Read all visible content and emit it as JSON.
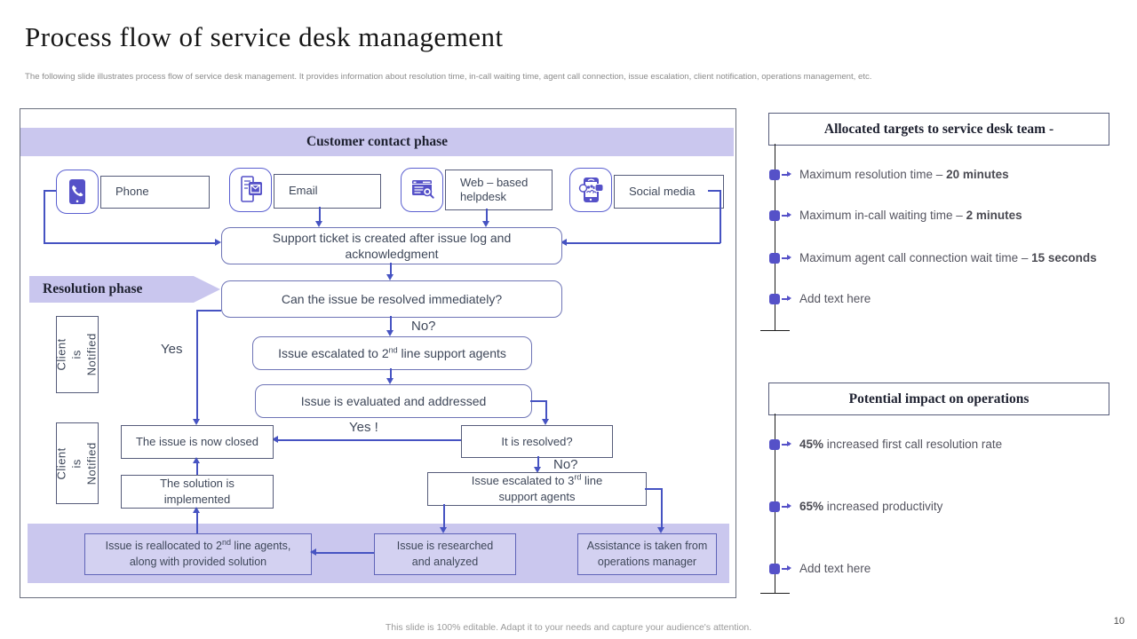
{
  "slide": {
    "title": "Process flow of service desk management",
    "subtitle": "The following slide illustrates process flow of service desk management. It provides information about resolution time, in-call waiting time, agent call connection, issue escalation, client notification, operations management, etc.",
    "footer": "This slide is 100% editable. Adapt it to your needs and capture your audience's attention.",
    "page_number": "10"
  },
  "colors": {
    "lavender": "#cac7ee",
    "accent_purple": "#5551c8",
    "connector_blue": "#4653c2",
    "text_slate": "#3e4759"
  },
  "contact_phase": {
    "title": "Customer contact phase",
    "channels": [
      {
        "icon": "phone-icon",
        "label": "Phone"
      },
      {
        "icon": "email-icon",
        "label": "Email"
      },
      {
        "icon": "web-helpdesk-icon",
        "label": "Web – based helpdesk"
      },
      {
        "icon": "social-media-icon",
        "label": "Social media"
      }
    ]
  },
  "resolution_phase": {
    "title": "Resolution phase"
  },
  "flow": {
    "support_ticket": "Support ticket is created after issue log and acknowledgment",
    "can_resolve": "Can the issue be resolved immediately?",
    "no_label_1": "No?",
    "yes_label": "Yes",
    "yes_excl_label": "Yes !",
    "no_label_2": "No?",
    "escalated_2nd": {
      "pre": "Issue  escalated to 2",
      "sup": "nd",
      "post": " line support agents"
    },
    "evaluated": "Issue  is evaluated and addressed",
    "resolved_q": "It is resolved?",
    "issue_closed": "The issue is now closed",
    "solution_implemented": "The solution is\nimplemented",
    "escalated_3rd": {
      "pre": "Issue escalated to 3",
      "sup": "rd",
      "post": " line\nsupport agents"
    },
    "client_notified_1": "Client is\nNotified",
    "client_notified_2": "Client is\nNotified",
    "reallocated": {
      "pre": "Issue is reallocated to 2",
      "sup": "nd",
      "post": " line agents,\nalong with provided  solution"
    },
    "researched": "Issue is researched\nand analyzed",
    "assistance": "Assistance is taken from\noperations manager"
  },
  "targets_panel": {
    "title": "Allocated targets to service desk team -",
    "items": [
      {
        "text": "Maximum resolution time – ",
        "bold": "20 minutes"
      },
      {
        "text": "Maximum in-call waiting time – ",
        "bold": "2 minutes"
      },
      {
        "text": "Maximum agent call connection wait time – ",
        "bold": "15 seconds"
      },
      {
        "text": "Add text here",
        "bold": ""
      }
    ]
  },
  "impact_panel": {
    "title": "Potential impact on operations",
    "items": [
      {
        "bold": "45%",
        "text": " increased first call resolution rate"
      },
      {
        "bold": "65%",
        "text": " increased productivity"
      },
      {
        "bold": "",
        "text": "Add text here"
      }
    ]
  }
}
